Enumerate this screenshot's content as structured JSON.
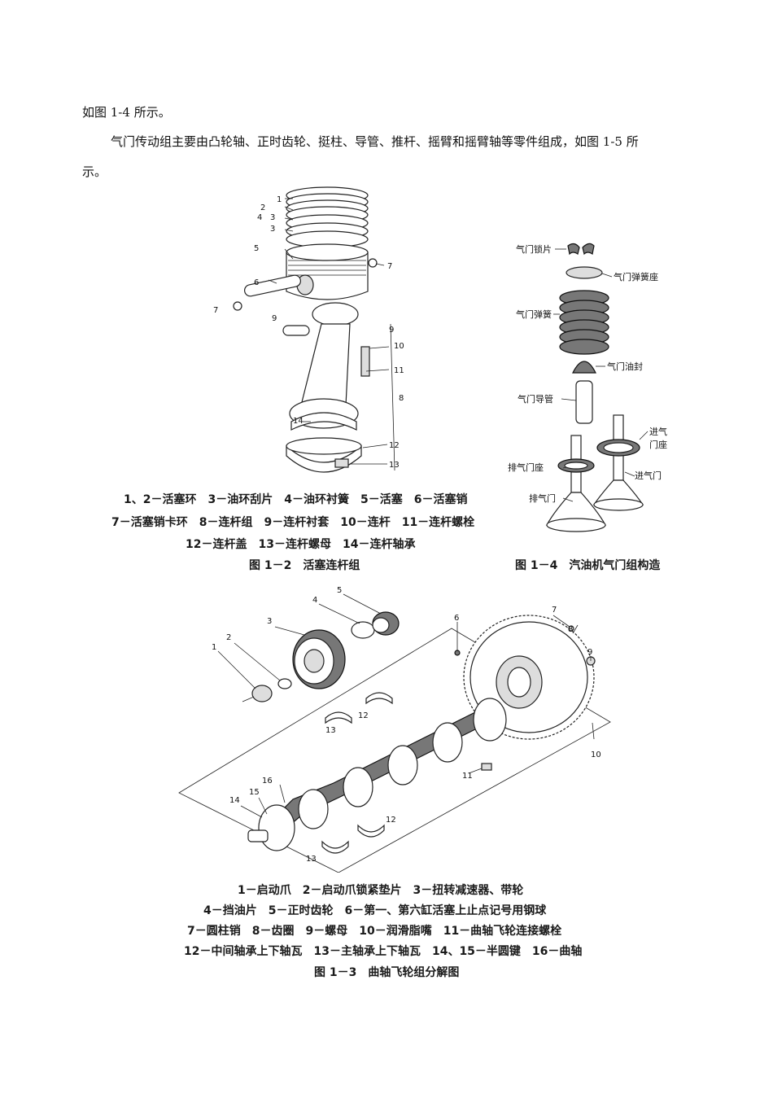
{
  "text": {
    "line1": "如图 1-4 所示。",
    "line2": "气门传动组主要由凸轮轴、正时齿轮、挺柱、导管、推杆、摇臂和摇臂轴等零件组成，如图 1-5 所",
    "line3": "示。"
  },
  "fig12": {
    "labels": [
      "1",
      "2",
      "4",
      "3",
      "3",
      "5",
      "6",
      "7",
      "7",
      "9",
      "9",
      "10",
      "11",
      "8",
      "14",
      "12",
      "13"
    ],
    "legend": [
      "1、2－活塞环　3－油环刮片　4－油环衬簧　5－活塞　6－活塞销",
      "7－活塞销卡环　8－连杆组　9－连杆衬套　10－连杆　11－连杆螺栓",
      "12－连杆盖　13－连杆螺母　14－连杆轴承"
    ],
    "caption": "图 1－2　活塞连杆组"
  },
  "fig14": {
    "labels": {
      "lock": "气门锁片",
      "spring_seat": "气门弹簧座",
      "spring": "气门弹簧",
      "oil_seal": "气门油封",
      "guide": "气门导管",
      "intake_seat_1": "进气",
      "intake_seat_2": "门座",
      "exhaust_seat": "排气门座",
      "intake_valve": "进气门",
      "exhaust_valve": "排气门"
    },
    "caption": "图 1－4　汽油机气门组构造"
  },
  "fig13": {
    "labels": [
      "1",
      "2",
      "3",
      "4",
      "5",
      "6",
      "7",
      "8",
      "9",
      "10",
      "11",
      "12",
      "13",
      "12",
      "13",
      "14",
      "15",
      "16"
    ],
    "legend": [
      "1－启动爪　2－启动爪锁紧垫片　3－扭转减速器、带轮",
      "4－挡油片　5－正时齿轮　6－第一、第六缸活塞上止点记号用钢球",
      "7－圆柱销　8－齿圈　9－螺母　10－润滑脂嘴　11－曲轴飞轮连接螺栓",
      "12－中间轴承上下轴瓦　13－主轴承上下轴瓦　14、15－半圆键　16－曲轴"
    ],
    "caption": "图 1－3　曲轴飞轮组分解图"
  }
}
